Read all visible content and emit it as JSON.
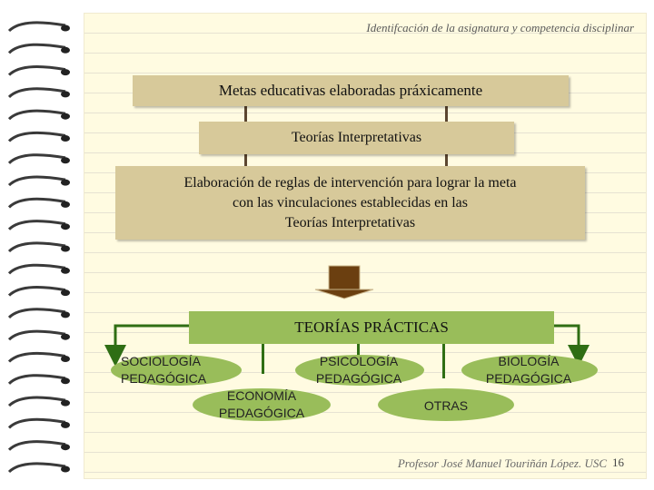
{
  "header": {
    "subtitle": "Identifcación de la asignatura y competencia disciplinar"
  },
  "diagram": {
    "goals": "Metas educativas elaboradas práxicamente",
    "interpretative": "Teorías Interpretativas",
    "rules": [
      "Elaboración de reglas de intervención para lograr la meta",
      "con las vinculaciones establecidas en las",
      "Teorías Interpretativas"
    ],
    "practical": "TEORÍAS PRÁCTICAS",
    "sociology": [
      "SOCIOLOGÍA",
      "PEDAGÓGICA"
    ],
    "psychology": [
      "PSICOLOGÍA",
      "PEDAGÓGICA"
    ],
    "biology": [
      "BIOLOGÍA",
      "PEDAGÓGICA"
    ],
    "economy": [
      "ECONOMÍA",
      "PEDAGÓGICA"
    ],
    "others": "OTRAS"
  },
  "footer": {
    "author": "Profesor José Manuel Touriñán López. USC",
    "page_number": "16"
  },
  "colors": {
    "box": "#d7c99a",
    "green": "#99bd5a",
    "arrow": "#6b3f10",
    "paper": "#fffbe1"
  }
}
